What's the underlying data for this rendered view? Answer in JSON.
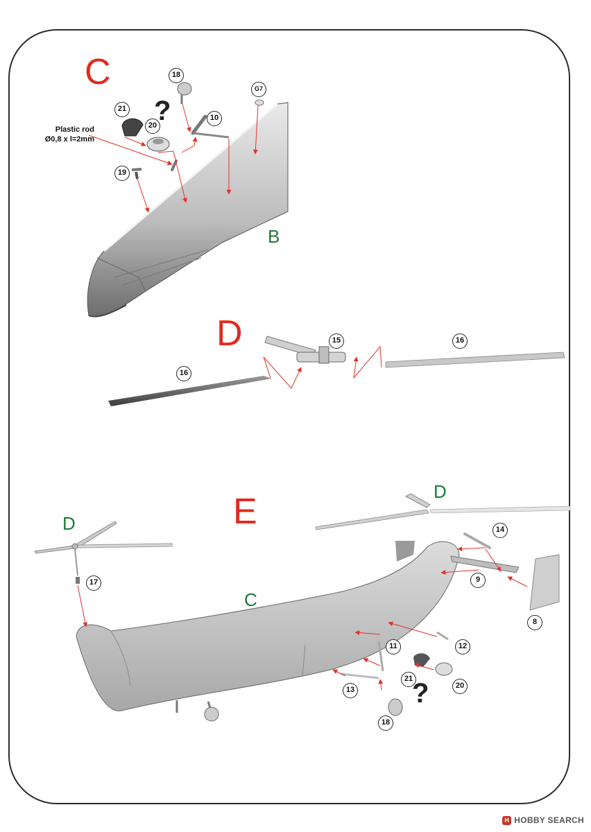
{
  "steps": {
    "c": "C",
    "d": "D",
    "e": "E"
  },
  "sub_labels": {
    "b": "B",
    "d_rear": "D",
    "d_front": "D",
    "c": "C"
  },
  "note": {
    "line1": "Plastic rod",
    "line2": "Ø0,8 x l=2mm"
  },
  "callouts": {
    "c18": "18",
    "g7": "G7",
    "c21": "21",
    "c20": "20",
    "c10": "10",
    "c19": "19",
    "d15": "15",
    "d16a": "16",
    "d16b": "16",
    "e17": "17",
    "e14": "14",
    "e9": "9",
    "e8": "8",
    "e11": "11",
    "e12": "12",
    "e21": "21",
    "e20": "20",
    "e13": "13",
    "e18": "18"
  },
  "question_marks": {
    "c": "?",
    "e": "?"
  },
  "watermark": "HOBBY SEARCH",
  "colors": {
    "step_label": "#e12a1e",
    "sub_label": "#1f7a3a",
    "arrow": "#e0322a"
  }
}
